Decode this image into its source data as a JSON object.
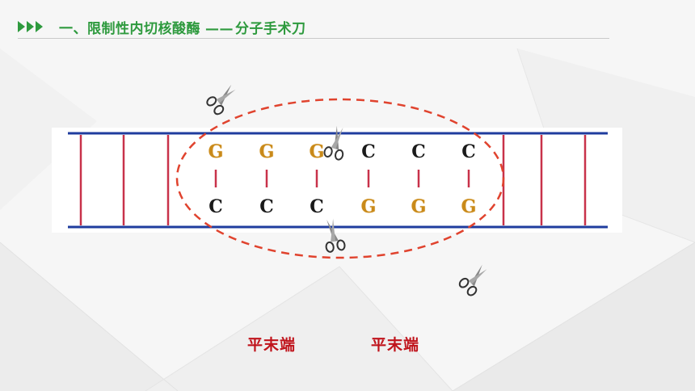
{
  "header": {
    "title_main": "一、限制性内切核酸酶",
    "title_dash": "——",
    "title_sub": "分子手术刀"
  },
  "dna": {
    "top_strand": [
      "G",
      "G",
      "G",
      "C",
      "C",
      "C"
    ],
    "bottom_strand": [
      "C",
      "C",
      "C",
      "G",
      "G",
      "G"
    ]
  },
  "labels": {
    "left": "平末端",
    "right": "平末端"
  },
  "colors": {
    "accent": "#2e9a3e",
    "strand": "#1f3c9e",
    "rung": "#c8324a",
    "cut_ellipse": "#e0432e",
    "label": "#c0141c",
    "base_G": "#c98a1a"
  }
}
